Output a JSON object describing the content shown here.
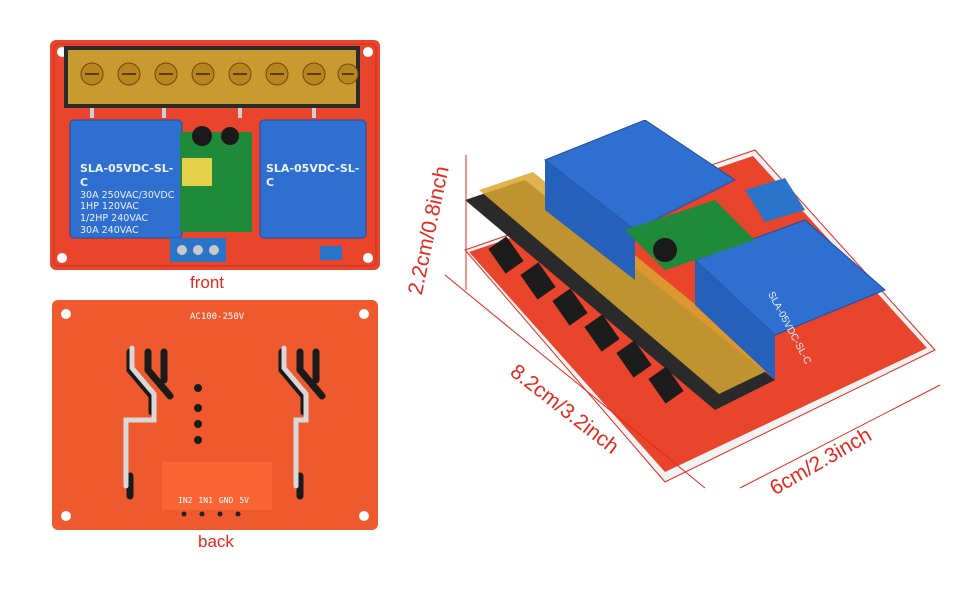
{
  "photos": {
    "front": {
      "caption": "front",
      "relay_model_left": "SLA-05VDC-SL-C",
      "relay_model_right": "SLA-05VDC-SL-C",
      "relay_ratings": [
        "30A 250VAC/30VDC",
        "1HP 120VAC",
        "1/2HP 240VAC",
        "30A 240VAC"
      ],
      "colors": {
        "pcb": "#e8452c",
        "relay": "#2f6fd0",
        "terminal_cover": "#d9a630"
      }
    },
    "back": {
      "caption": "back",
      "silkscreen_power": "AC100-250V",
      "pin_labels": [
        "IN2",
        "IN1",
        "GND",
        "5V"
      ]
    },
    "angled": {
      "relay_model": "SLA-05VDC-SL-C"
    }
  },
  "dimensions": {
    "height": "2.2cm/0.8inch",
    "length": "8.2cm/3.2inch",
    "width": "6cm/2.3inch",
    "color": "#e8281e"
  }
}
